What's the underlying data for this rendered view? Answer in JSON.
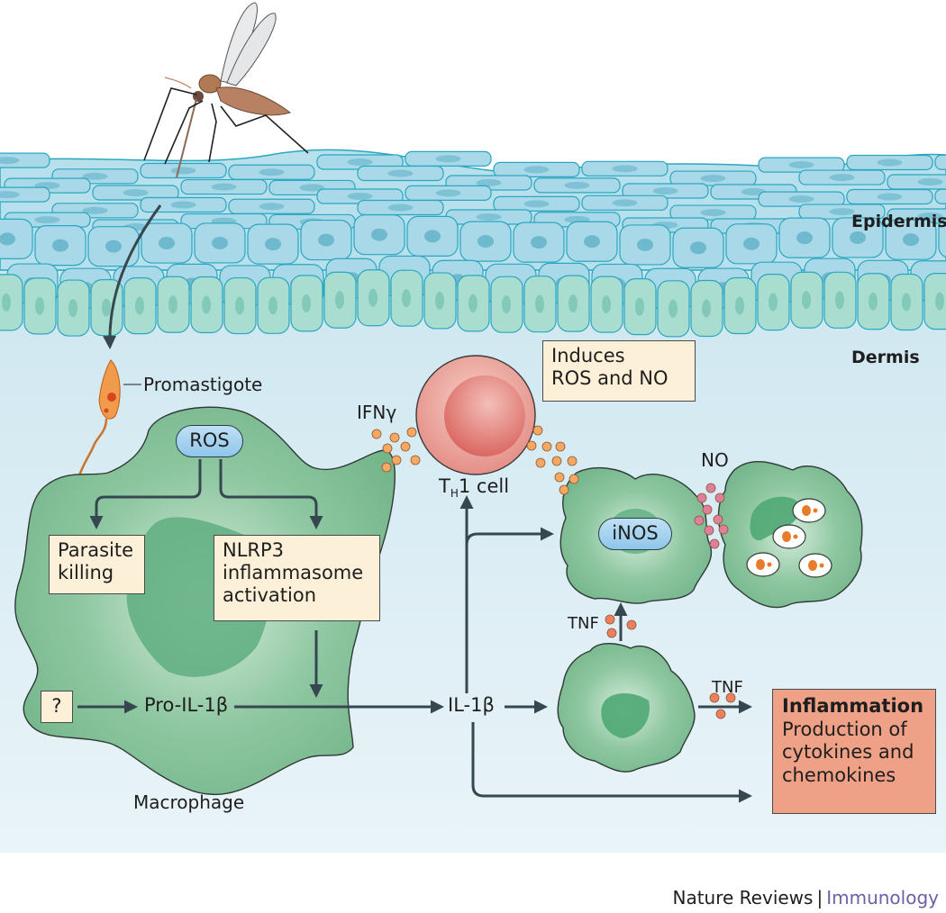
{
  "figure": {
    "regions": {
      "epidermis": "Epidermis",
      "dermis": "Dermis"
    },
    "labels": {
      "promastigote": "Promastigote",
      "ros": "ROS",
      "parasite_killing": [
        "Parasite",
        "killing"
      ],
      "nlrp3": [
        "NLRP3",
        "inflammasome",
        "activation"
      ],
      "unknown": "?",
      "pro_il1b": "Pro-IL-1β",
      "macrophage": "Macrophage",
      "il1b": "IL-1β",
      "ifng": "IFNγ",
      "th1_main": "T",
      "th1_sub": "H",
      "th1_tail": "1 cell",
      "induces": [
        "Induces",
        "ROS and NO"
      ],
      "no": "NO",
      "inos": "iNOS",
      "tnf_up": "TNF",
      "tnf_right": "TNF",
      "inflammation_title": "Inflammation",
      "inflammation_body": [
        "Production of",
        "cytokines and",
        "chemokines"
      ]
    },
    "colors": {
      "dermis_bg": "#d3e9f1",
      "epidermis_cell": "#a9d9e8",
      "basal_cell": "#a8ddd0",
      "cell_outline": "#2aa7c0",
      "macrophage": "#7dbb92",
      "arrow": "#36474f",
      "label_box": "#fdf0d8",
      "inflammation_box": "#eea186",
      "th1_cell": "#e79a93",
      "ifng_dot": "#f6a862",
      "no_dot": "#e07f9c",
      "tnf_dot": "#ee7f5c",
      "parasite": "#e87b2a"
    }
  },
  "footer": {
    "publisher": "Nature Reviews",
    "separator": "|",
    "journal": "Immunology"
  }
}
